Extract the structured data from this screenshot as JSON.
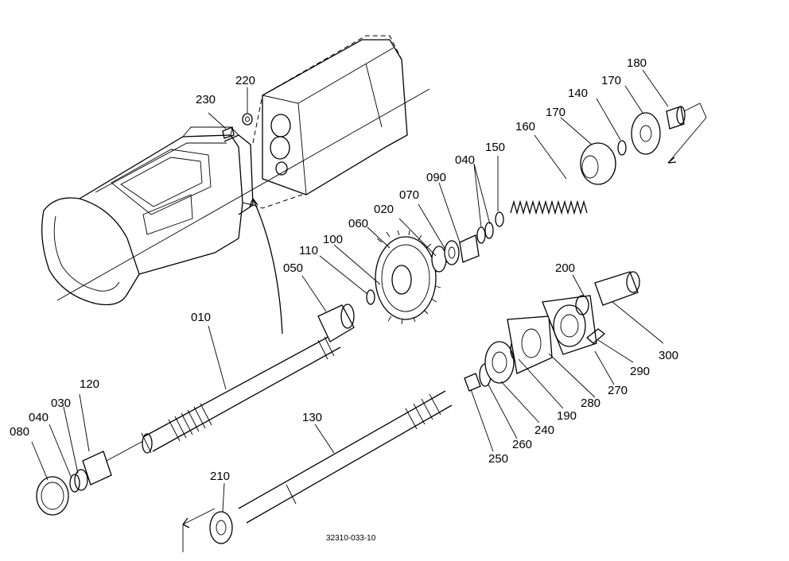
{
  "drawing_code": "32310-033-10",
  "parts": {
    "p010": "010",
    "p020": "020",
    "p030": "030",
    "p040a": "040",
    "p040b": "040",
    "p050": "050",
    "p060": "060",
    "p070": "070",
    "p080": "080",
    "p090": "090",
    "p100": "100",
    "p110": "110",
    "p120": "120",
    "p130": "130",
    "p140": "140",
    "p150": "150",
    "p160": "160",
    "p170a": "170",
    "p170b": "170",
    "p180": "180",
    "p190": "190",
    "p200": "200",
    "p210": "210",
    "p220": "220",
    "p230": "230",
    "p240": "240",
    "p250": "250",
    "p260": "260",
    "p270": "270",
    "p280": "280",
    "p290": "290",
    "p300": "300"
  }
}
